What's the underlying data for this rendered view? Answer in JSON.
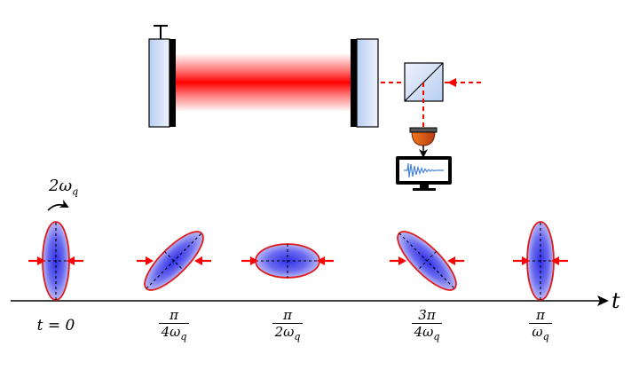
{
  "diagram": {
    "drive_label": {
      "coef": "2",
      "symbol": "ω",
      "sub": "q"
    },
    "axis_label": "t",
    "time_labels": [
      {
        "type": "plain",
        "text": "t = 0"
      },
      {
        "type": "frac",
        "num": "π",
        "den": "4ω",
        "den_sub": "q"
      },
      {
        "type": "frac",
        "num": "π",
        "den": "2ω",
        "den_sub": "q"
      },
      {
        "type": "frac",
        "num": "3π",
        "den": "4ω",
        "den_sub": "q"
      },
      {
        "type": "frac",
        "num": "π",
        "den": "ω",
        "den_sub": "q"
      }
    ],
    "ellipse_angles_deg": [
      90,
      45,
      0,
      -45,
      90
    ],
    "colors": {
      "laser": "#ff0000",
      "ellipse_outline": "#e11a1a",
      "ellipse_fill": "#3a3aee",
      "mirror_fill": "#c9daf6",
      "detector": "#d4541a",
      "signal": "#4a86d8"
    }
  }
}
